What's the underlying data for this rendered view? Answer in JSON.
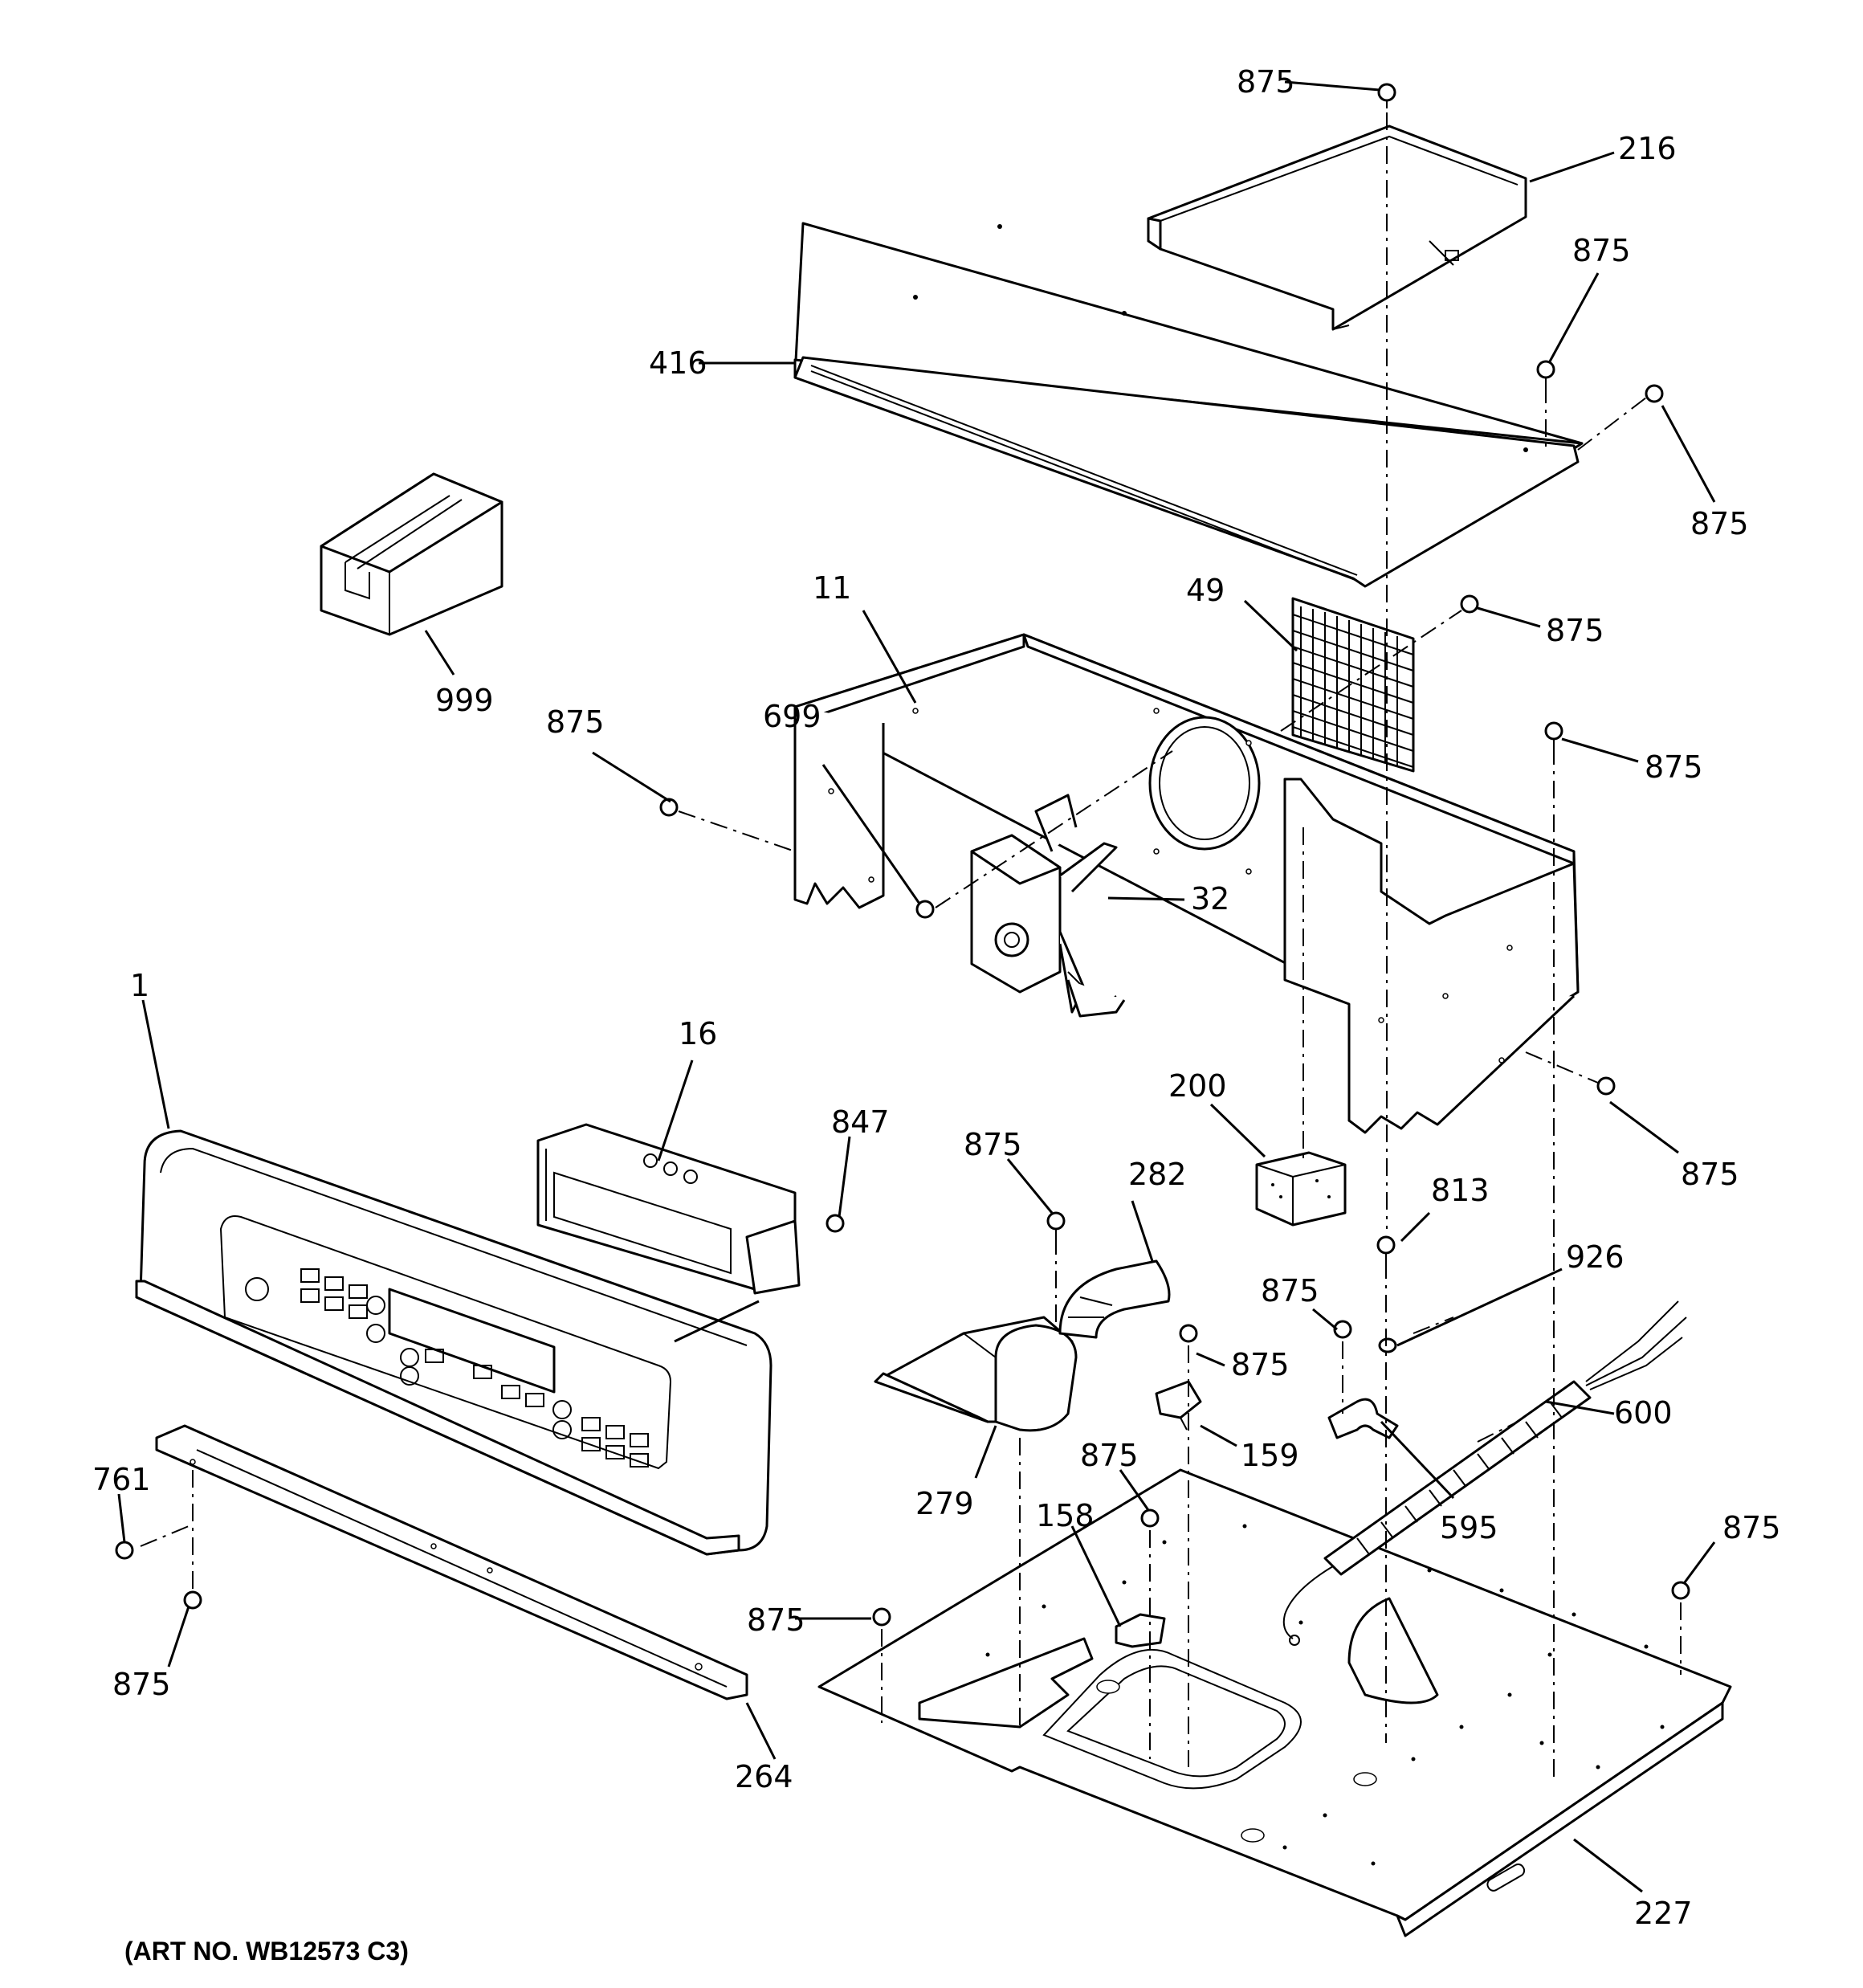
{
  "art_number": "(ART NO. WB12573 C3)",
  "callouts": {
    "p875": "875",
    "p216": "216",
    "p416": "416",
    "p999": "999",
    "p11": "11",
    "p49": "49",
    "p699": "699",
    "p32": "32",
    "p1": "1",
    "p16": "16",
    "p847": "847",
    "p200": "200",
    "p282": "282",
    "p813": "813",
    "p926": "926",
    "p600": "600",
    "p159": "159",
    "p279": "279",
    "p158": "158",
    "p595": "595",
    "p761": "761",
    "p264": "264",
    "p227": "227"
  }
}
